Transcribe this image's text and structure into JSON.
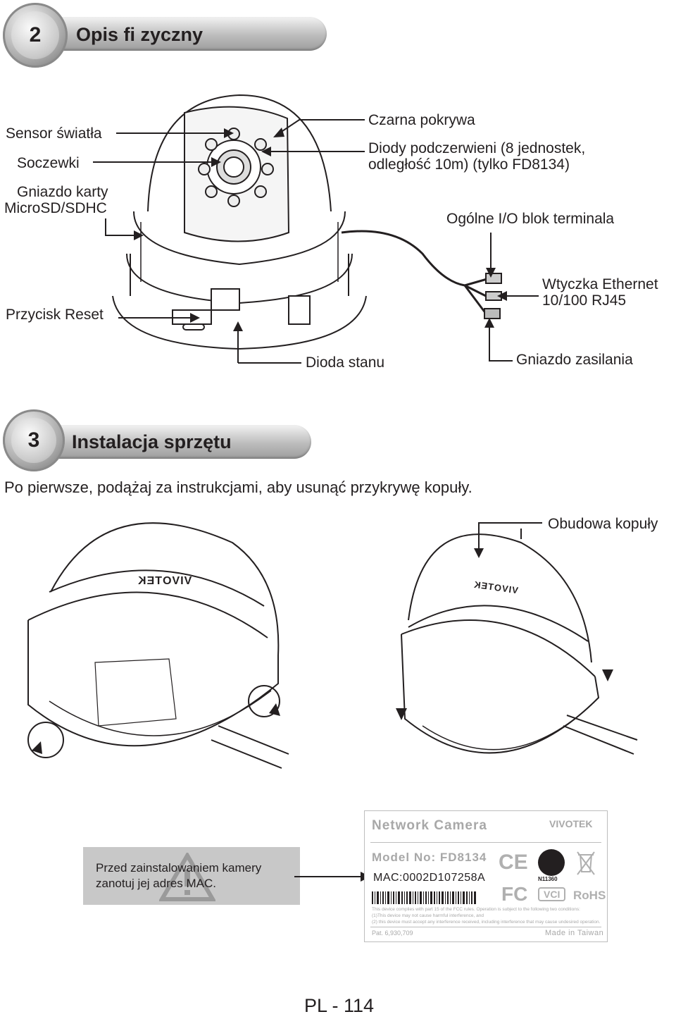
{
  "section2": {
    "number": "2",
    "title": "Opis fi zyczny"
  },
  "callouts": {
    "light_sensor": "Sensor światła",
    "lens": "Soczewki",
    "microsd_line1": "Gniazdo karty",
    "microsd_line2": "MicroSD/SDHC",
    "black_cover": "Czarna pokrywa",
    "ir_line1": "Diody podczerwieni (8 jednostek,",
    "ir_line2": "odległość 10m) (tylko FD8134)",
    "io_block": "Ogólne I/O blok terminala",
    "reset": "Przycisk Reset",
    "ethernet_line1": "Wtyczka Ethernet",
    "ethernet_line2": "10/100 RJ45",
    "status_led": "Dioda stanu",
    "power": "Gniazdo zasilania"
  },
  "section3": {
    "number": "3",
    "title": "Instalacja sprzętu",
    "instruction": "Po pierwsze, podążaj za instrukcjami, aby usunąć przykrywę kopuły.",
    "dome_housing": "Obudowa kopuły",
    "brand_on_dome": "VIVOTEK"
  },
  "note": {
    "line1": "Przed zainstalowaniem kamery",
    "line2": "zanotuj jej adres MAC."
  },
  "label": {
    "product": "Network Camera",
    "brand": "VIVOTEK",
    "model": "Model No: FD8134",
    "mac": "MAC:0002D107258A",
    "fcc_line1": "This device complies with part 15 of the FCC rules. Operation is subject to the following two conditions:",
    "fcc_line2": "(1)This device may not cause harmful interference, and",
    "fcc_line3": "(2) this device must accept any interference received, including interference that may cause undesired operation.",
    "patent": "Pat. 6,930,709",
    "origin": "Made in Taiwan",
    "cert_ce": "CE",
    "cert_c": "N11360",
    "cert_fc": "FC",
    "cert_vci": "VCI",
    "cert_rohs": "RoHS"
  },
  "footer": {
    "page": "PL - 114"
  }
}
